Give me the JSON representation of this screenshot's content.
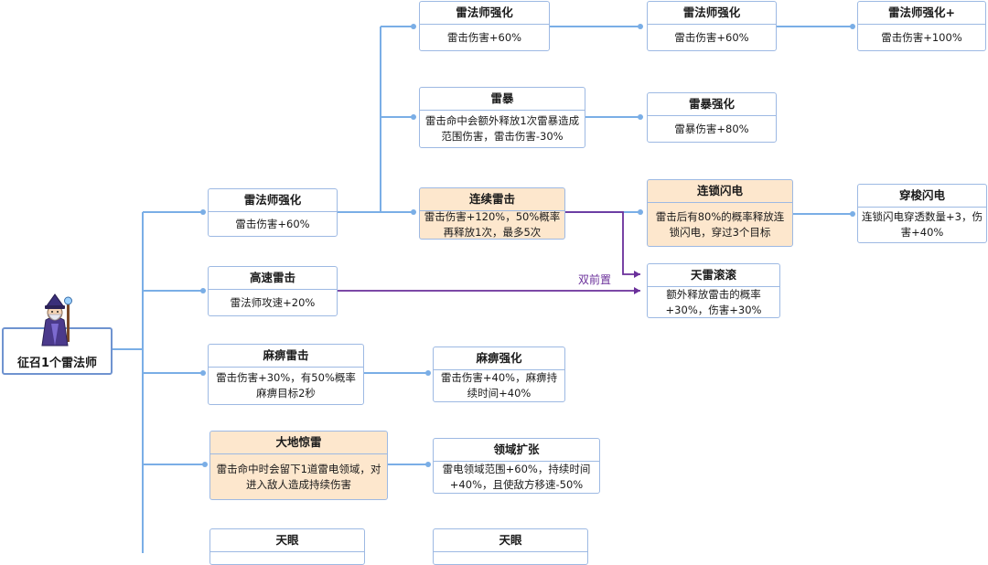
{
  "root": {
    "label": "征召1个雷法师",
    "avatar": "mage-avatar-icon"
  },
  "nodes": {
    "qiangzhu": {
      "title": "雷法师强化",
      "body": "雷击伤害+60%"
    },
    "gaosu": {
      "title": "高速雷击",
      "body": "雷法师攻速+20%"
    },
    "mabi": {
      "title": "麻痹雷击",
      "body": "雷击伤害+30%，有50%概率麻痹目标2秒"
    },
    "dadi": {
      "title": "大地惊雷",
      "body": "雷击命中时会留下1道雷电领域，对进入敌人造成持续伤害"
    },
    "tianyan1": {
      "title": "天眼",
      "body": ""
    },
    "qh2": {
      "title": "雷法师强化",
      "body": "雷击伤害+60%"
    },
    "leibao": {
      "title": "雷暴",
      "body": "雷击命中会额外释放1次雷暴造成范围伤害，雷击伤害-30%"
    },
    "lianxu": {
      "title": "连续雷击",
      "body": "雷击伤害+120%，50%概率再释放1次，最多5次"
    },
    "mabiqh": {
      "title": "麻痹强化",
      "body": "雷击伤害+40%，麻痹持续时间+40%"
    },
    "lingyu": {
      "title": "领域扩张",
      "body": "雷电领域范围+60%，持续时间+40%，且使敌方移速-50%"
    },
    "tianyan2": {
      "title": "天眼",
      "body": ""
    },
    "qh3": {
      "title": "雷法师强化",
      "body": "雷击伤害+60%"
    },
    "leibaoqh": {
      "title": "雷暴强化",
      "body": "雷暴伤害+80%"
    },
    "liansuo": {
      "title": "连锁闪电",
      "body": "雷击后有80%的概率释放连锁闪电，穿过3个目标"
    },
    "tianlei": {
      "title": "天雷滚滚",
      "body": "额外释放雷击的概率+30%，伤害+30%"
    },
    "qh4": {
      "title": "雷法师强化+",
      "body": "雷击伤害+100%"
    },
    "chuansuo": {
      "title": "穿梭闪电",
      "body": "连锁闪电穿透数量+3，伤害+40%"
    }
  },
  "edge_labels": {
    "dual_prereq": "双前置"
  },
  "colors": {
    "connector": "#7aaee6",
    "dual_connector": "#6a2f9a",
    "highlight_fill": "#fde7cd",
    "node_border": "#9db9e3"
  }
}
